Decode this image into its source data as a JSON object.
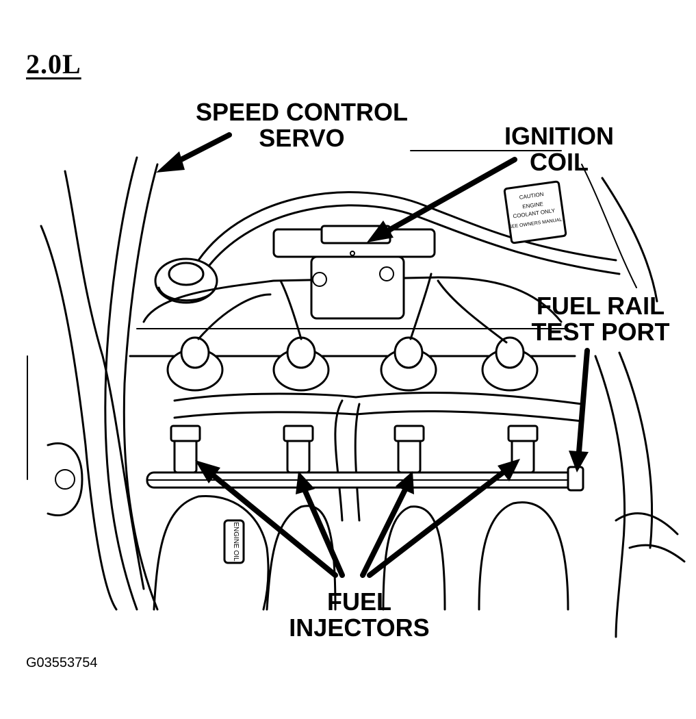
{
  "title": "2.0L",
  "labels": {
    "speed_control_servo_line1": "SPEED CONTROL",
    "speed_control_servo_line2": "SERVO",
    "ignition_coil_line1": "IGNITION",
    "ignition_coil_line2": "COIL",
    "fuel_rail_test_port_line1": "FUEL RAIL",
    "fuel_rail_test_port_line2": "TEST PORT",
    "fuel_injectors_line1": "FUEL",
    "fuel_injectors_line2": "INJECTORS"
  },
  "engine_labels": {
    "caution_tag": "CAUTION",
    "caution_line2": "ENGINE",
    "caution_line3": "COOLANT ONLY",
    "caution_line4": "SEE OWNERS MANUAL",
    "engine_oil_tag": "ENGINE OIL"
  },
  "figure_code": "G03553754"
}
